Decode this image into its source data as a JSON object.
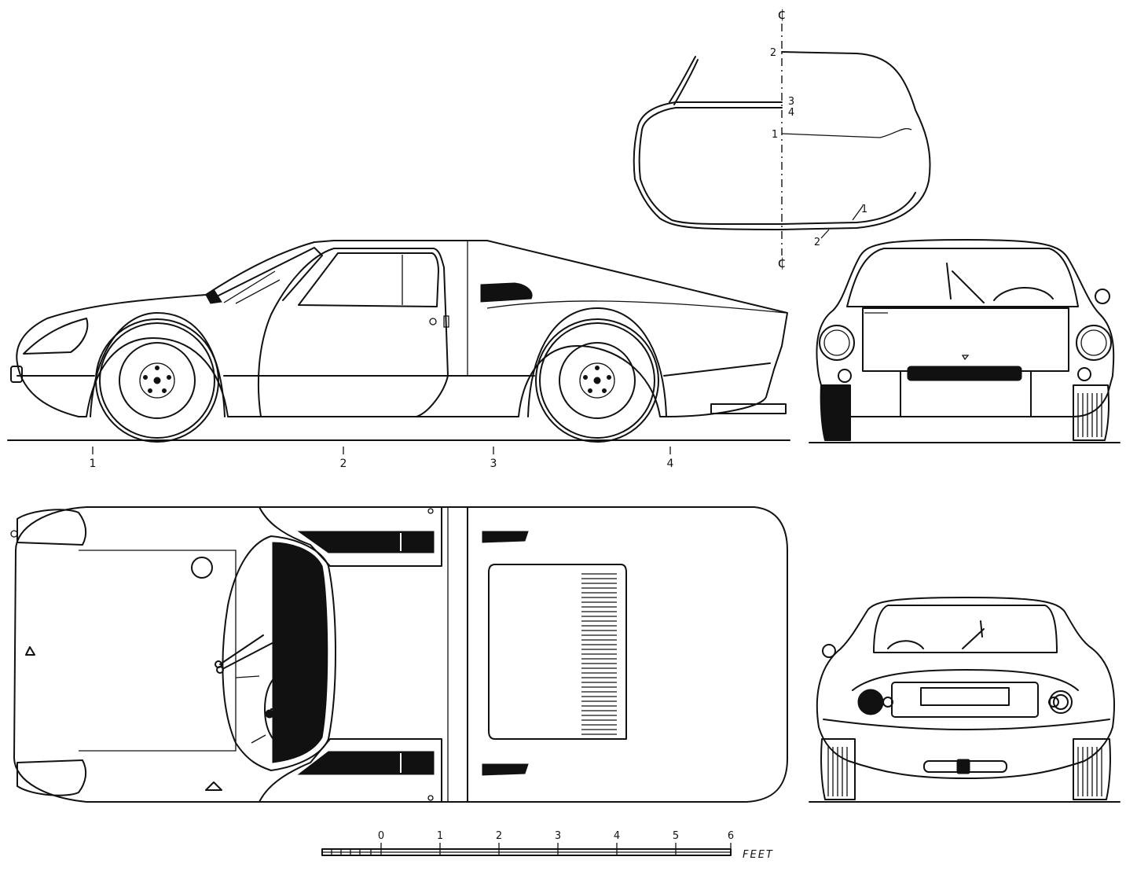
{
  "side_view": {
    "stations": [
      "1",
      "2",
      "3",
      "4"
    ]
  },
  "section_view": {
    "centerline_top": "¢",
    "centerline_bottom": "¢",
    "labels": [
      "2",
      "3",
      "4",
      "1",
      "1",
      "2"
    ]
  },
  "scale": {
    "ticks": [
      "0",
      "1",
      "2",
      "3",
      "4",
      "5",
      "6"
    ],
    "unit": "FEET"
  }
}
